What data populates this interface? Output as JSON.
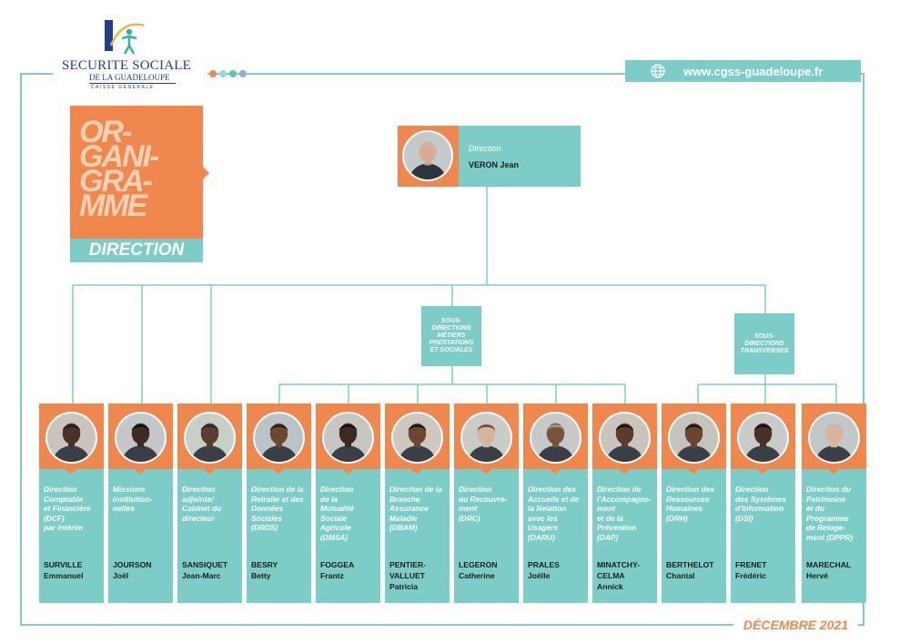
{
  "logo": {
    "line1": "SECURITE SOCIALE",
    "line2": "DE LA GUADELOUPE",
    "line3": "CAISSE GENERALE"
  },
  "website": "www.cgss-guadeloupe.fr",
  "title": {
    "lines": [
      "OR-",
      "GANI-",
      "GRA-",
      "MME"
    ],
    "band": "DIRECTION"
  },
  "director": {
    "role": "Direction",
    "name": "VERON Jean"
  },
  "subdirections": [
    {
      "lines": [
        "SOUS-",
        "DIRECTIONS",
        "MÉTIERS",
        "PRESTATIONS",
        "ET SOCIALES"
      ]
    },
    {
      "lines": [
        "SOUS-",
        "DIRECTIONS",
        "TRANSVERSES"
      ]
    }
  ],
  "cards": [
    {
      "title": [
        "Direction",
        "Comptable",
        "et Financière",
        "(DCF)",
        "par intérim"
      ],
      "name": [
        "SURVILLE",
        "Emmanuel"
      ],
      "skin": "#4a3226",
      "bg": "#c9c5bd",
      "hair": "#222"
    },
    {
      "title": [
        "Missions",
        "institution-",
        "nelles"
      ],
      "name": [
        "JOURSON",
        "Joël"
      ],
      "skin": "#3d2a20",
      "bg": "#c3c7c9",
      "hair": "#111"
    },
    {
      "title": [
        "Direction",
        "adjointe/",
        "Cabinet du",
        "directeur"
      ],
      "name": [
        "SANSIQUET",
        "Jean-Marc"
      ],
      "skin": "#5a3d2c",
      "bg": "#c8cfc6",
      "hair": "#2a2a2a"
    },
    {
      "title": [
        "Direction de la",
        "Retraite et des",
        "Données",
        "Sociales",
        "(DRDS)"
      ],
      "name": [
        "BESRY",
        "Betty"
      ],
      "skin": "#6b4631",
      "bg": "#b9c4c8",
      "hair": "#2a1a12"
    },
    {
      "title": [
        "Direction",
        "de la",
        "Mutualité",
        "Sociale",
        "Agricole",
        "(DMSA)"
      ],
      "name": [
        "FOGGEA",
        "Frantz"
      ],
      "skin": "#3e2a20",
      "bg": "#c6c6c2",
      "hair": "#111"
    },
    {
      "title": [
        "Direction de la",
        "Branche",
        "Assurance",
        "Maladie",
        "(DBAM)"
      ],
      "name": [
        "PENTIER-",
        "VALLUET",
        "Patricia"
      ],
      "skin": "#6b4630",
      "bg": "#cfc8c0",
      "hair": "#1a120d"
    },
    {
      "title": [
        "Direction",
        "du Recouvre-",
        "ment",
        "(DRC)"
      ],
      "name": [
        "LEGERON",
        "Catherine"
      ],
      "skin": "#d8b39b",
      "bg": "#c9ccc7",
      "hair": "#6b4a33"
    },
    {
      "title": [
        "Direction des",
        "Accueils et de",
        "la Relation",
        "avec les",
        "Usagers",
        "(DARU)"
      ],
      "name": [
        "PRALES",
        "Joëlle"
      ],
      "skin": "#7a5239",
      "bg": "#c6c9c8",
      "hair": "#9a9a9a"
    },
    {
      "title": [
        "Direction de",
        "l'Accompagne-",
        "ment",
        "et de la",
        "Prévention",
        "(DAP)"
      ],
      "name": [
        "MINATCHY-",
        "CELMA",
        "Annick"
      ],
      "skin": "#5c3b2a",
      "bg": "#c9c4bd",
      "hair": "#1b120d"
    },
    {
      "title": [
        "Direction des",
        "Ressources",
        "Humaines",
        "(DRH)"
      ],
      "name": [
        "BERTHELOT",
        "Chantal"
      ],
      "skin": "#6a4632",
      "bg": "#c5c3bd",
      "hair": "#1d140f"
    },
    {
      "title": [
        "Direction",
        "des Systèmes",
        "d'Information",
        "(DSI)"
      ],
      "name": [
        "FRENET",
        "Frédéric"
      ],
      "skin": "#4a3024",
      "bg": "#c8cbca",
      "hair": "#111"
    },
    {
      "title": [
        "Direction du",
        "Patrimoine",
        "et du",
        "Programme",
        "de Reloge-",
        "ment (DPPR)"
      ],
      "name": [
        "MARECHAL",
        "Hervé"
      ],
      "skin": "#d9b49b",
      "bg": "#c2c7c8",
      "hair": "#b8b8b8"
    }
  ],
  "date": "DÉCEMBRE 2021",
  "colors": {
    "teal": "#7ccdc7",
    "orange": "#f0874d",
    "navy": "#1f3f8f"
  }
}
